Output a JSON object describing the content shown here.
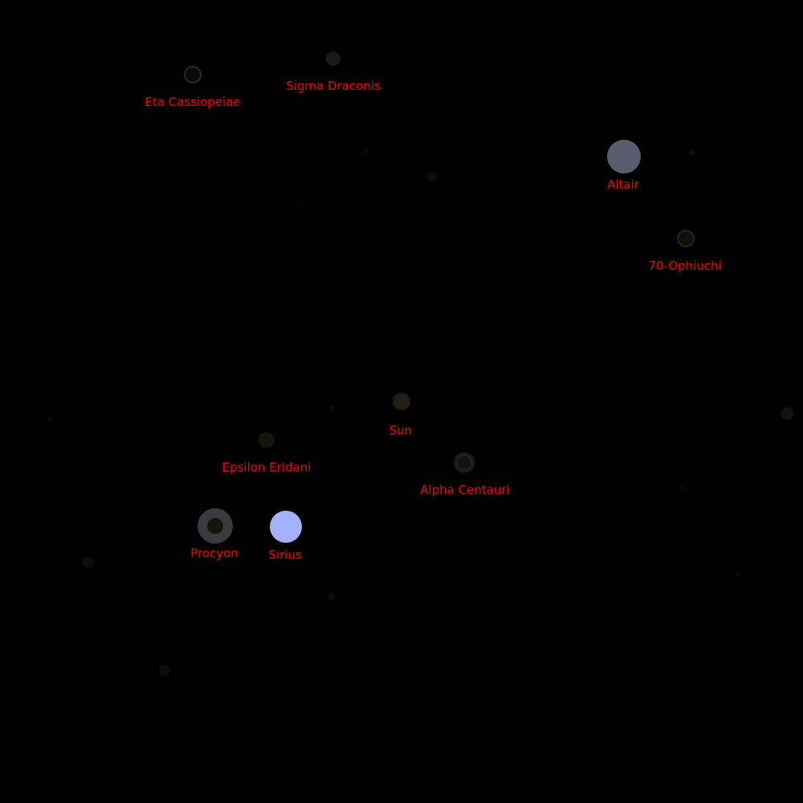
{
  "labels": {
    "eta_cassiopeiae": "Eta Cassiopeiae",
    "sigma_draconis": "Sigma Draconis",
    "altair": "Altair",
    "ophiuchi_70": "70-Ophiuchi",
    "sun": "Sun",
    "epsilon_eridani": "Epsilon Eridani",
    "alpha_centauri": "Alpha Centauri",
    "procyon": "Procyon",
    "sirius": "Sirius"
  },
  "colors": {
    "background": "#000000",
    "label": "#ff0000",
    "sirius": "#a3b1ff",
    "altair": "#5a5d6e",
    "procyon_halo": "#3b3b3f",
    "procyon_core": "#15140f",
    "dim_star": "#221d17",
    "faint_star": "#0d0d0a",
    "ring_stroke": "#2e2a22"
  }
}
